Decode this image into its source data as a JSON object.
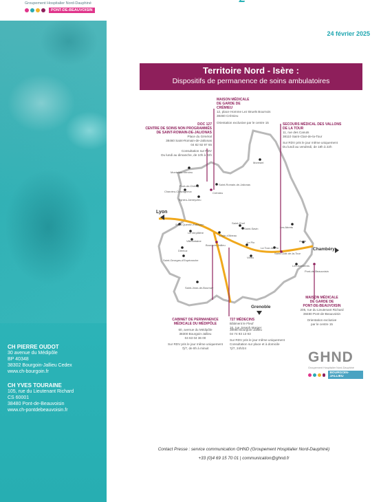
{
  "logo": {
    "subtitle": "Groupement Hospitalier Nord-Dauphiné",
    "badge": "PONT-DE-BEAUVOISIN",
    "dot_colors": [
      "#e0358b",
      "#2aa9b2",
      "#f0b429",
      "#8e1f5b"
    ]
  },
  "sidebar": {
    "addresses": [
      {
        "name": "CH PIERRE OUDOT",
        "lines": [
          "30 avenue du Médipôle",
          "BP 40348",
          "38302 Bourgoin-Jallieu Cedex",
          "www.ch-bourgoin.fr"
        ]
      },
      {
        "name": "CH YVES TOURAINE",
        "lines": [
          "105, rue du Lieutenant Richard",
          "CS 60001",
          "38480 Pont-de-Beauvoisin",
          "www.ch-pontdebeauvoisin.fr"
        ]
      }
    ]
  },
  "date": "24 février 2025",
  "title": {
    "line1": "Territoire Nord - Isère :",
    "line2": "Dispositifs de permanence de soins ambulatoires",
    "color": "#8e1f5b"
  },
  "map": {
    "directions": {
      "lyon": "Lyon",
      "chambery": "Chambéry",
      "grenoble": "Grenoble"
    },
    "towns": [
      "Morestel",
      "Montalieu-Vercieu",
      "Pont-de-Chéruy",
      "Charvieu-Chavagneux",
      "Tignieu-Jameyzieu",
      "Saint-Romain-de-Jalionas",
      "Crémieu",
      "Saint-Quentin-Fallavier",
      "La Verpillière",
      "Villefontaine",
      "Diémoz",
      "Saint-Georges-d'Espéranche",
      "Saint-Jean-de-Bournay",
      "Bourgoin-Jallieu",
      "L'Isle-d'Abeau",
      "Saint-Chef",
      "La Tour-du-Pin",
      "Saint-Clair-de-la-Tour",
      "Les Abrets",
      "Aoste",
      "Pont-de-Beauvoisin",
      "Le Pin",
      "Virieu",
      "Les Avenières",
      "Saint-Savin"
    ],
    "accent_color": "#8e1f5b",
    "road_color": "#f0a81c"
  },
  "info_boxes": {
    "maison_cremieu": {
      "title": [
        "MAISON MÉDICALE",
        "DE GARDE DE",
        "CRÉMIEU"
      ],
      "lines": [
        "12, place Homme Lez Bruels Bournois",
        "38460 Crémieu",
        "",
        "Orientation exclusive par le centre 15"
      ]
    },
    "doc127": {
      "title": [
        "DOC 127",
        "CENTRE DE SOINS NON PROGRAMMÉS",
        "DE SAINT-ROMAIN-DE-JALIONAS"
      ],
      "lines": [
        "Place du Général",
        "38460 Saint-Romain-de-Jalionas",
        "04 82 92 97 65",
        "Consultation sur RDV",
        "Du lundi au dimanche, de 10h à 22h"
      ]
    },
    "vallons": {
      "title": [
        "SECOURS MÉDICAL DES VALLONS",
        "DE LA TOUR"
      ],
      "lines": [
        "11, rue des Canuts",
        "38110 Saint-Clair-de-la-Tour",
        "",
        "Sur RDV pris le jour même uniquement",
        "Du lundi au vendredi, de 18h à 22h"
      ]
    },
    "cabinet": {
      "title": [
        "CABINET DE PERMANENCE",
        "MÉDICALE DU MÉDIPÔLE"
      ],
      "lines": [
        "60, avenue du Médipôle",
        "38300 Bourgoin-Jallieu",
        "04 63 04 36 00",
        "",
        "Sur RDV pris le jour même uniquement",
        "7j/7, de 8h à minuit"
      ]
    },
    "medecins": {
      "title": [
        "727 MÉDECINS"
      ],
      "lines": [
        "Bâtiment le Fleuf",
        "16, rue Joseph Marger",
        "38080 Bourgoin-Jallieu",
        "04 74 93 13 93",
        "",
        "Sur RDV pris le jour même uniquement",
        "Consultation sur place et à domicile",
        "7j/7, 24h/24"
      ]
    },
    "maison_pont": {
      "title": [
        "MAISON MÉDICALE",
        "DE GARDE DE",
        "PONT-DE-BEAUVOISIN"
      ],
      "lines": [
        "205, rue du Lieutenant Richard",
        "38480 Pont-de-Beauvoisin",
        "",
        "Orientation exclusive",
        "par le centre 15"
      ]
    }
  },
  "ghnd_logo": {
    "name": "GHND",
    "subtitle": "Groupement Hospitalier Nord-Dauphiné",
    "badge": "BOURGOIN-JALLIEU"
  },
  "contact": {
    "line1": "Contact Presse : service communication GHND (Groupement Hospitalier Nord-Dauphiné)",
    "line2": "+33 (0)4 69 15 70 01 | communication@ghnd.fr"
  }
}
